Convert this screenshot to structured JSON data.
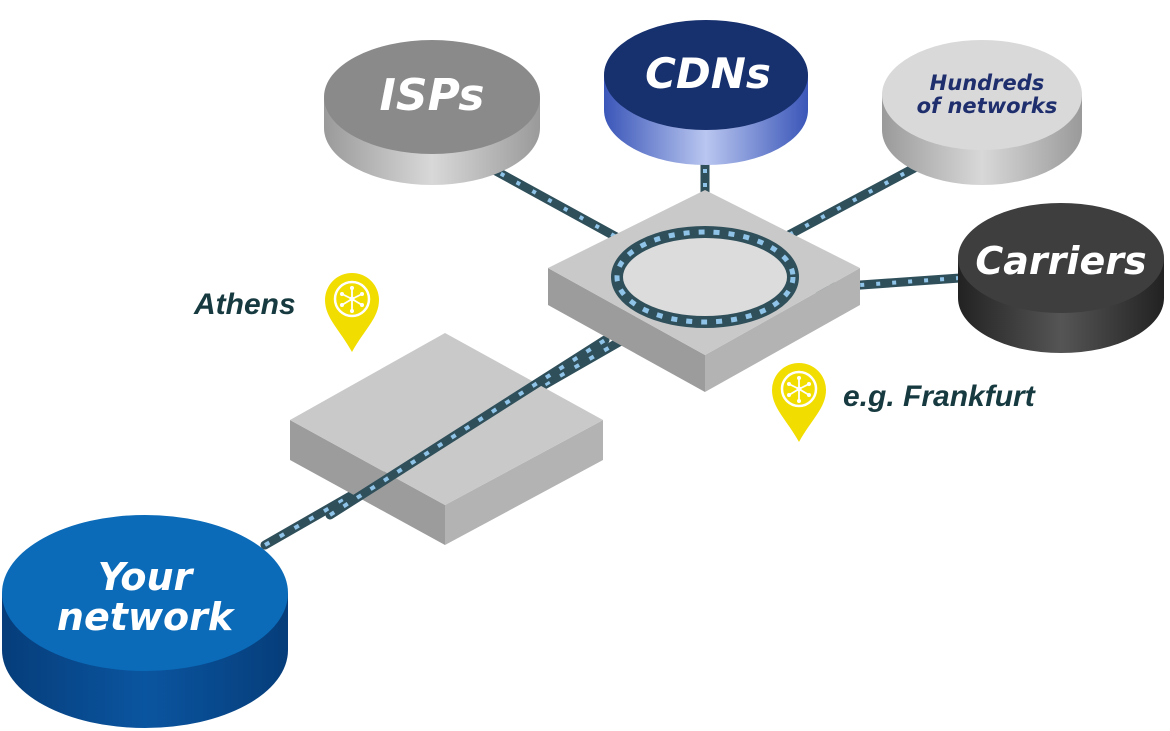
{
  "nodes": {
    "isps": {
      "label": "ISPs",
      "color": "#8a8a8a"
    },
    "cdns": {
      "label": "CDNs",
      "color": "#17306e"
    },
    "hundreds": {
      "line1": "Hundreds",
      "line2": "of networks",
      "color": "#d9d9d9",
      "text_color": "#1f2f6e"
    },
    "carriers": {
      "label": "Carriers",
      "color": "#3e3e3e"
    },
    "your_network": {
      "line1": "Your",
      "line2": "network",
      "color": "#0b6bb8"
    }
  },
  "locations": {
    "athens": {
      "label": "Athens"
    },
    "frankfurt": {
      "label": "e.g. Frankfurt"
    }
  },
  "colors": {
    "pin": "#f2dd00",
    "location_text": "#163a3f",
    "cable": "#2f4f5a",
    "cable_data": "#8fc3e8",
    "platform_top": "#c9c9c9",
    "platform_side": "#a3a3a3"
  }
}
